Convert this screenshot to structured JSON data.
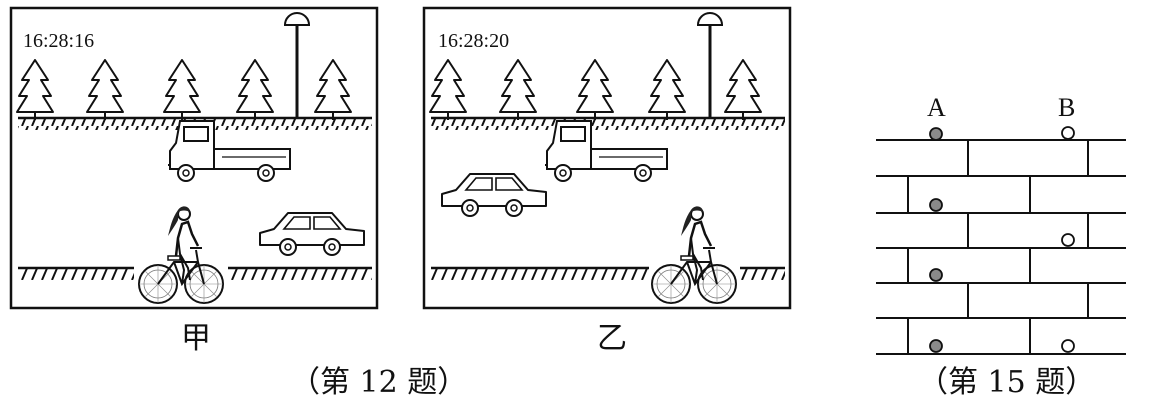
{
  "scene_jia": {
    "time": "16:28:16",
    "label": "甲"
  },
  "scene_yi": {
    "time": "16:28:20",
    "label": "乙"
  },
  "caption_q12": "（第 12 题）",
  "brick_wall": {
    "label_a": "A",
    "label_b": "B"
  },
  "caption_q15": "（第 15 题）"
}
